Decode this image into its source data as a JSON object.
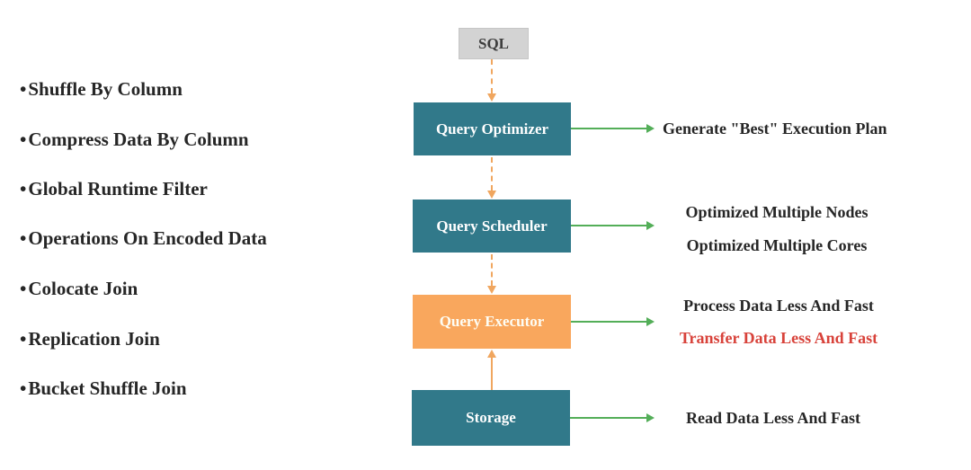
{
  "features": {
    "bullet": "•",
    "items": [
      "Shuffle By Column",
      "Compress Data By Column",
      "Global Runtime Filter",
      "Operations On Encoded Data",
      "Colocate Join",
      "Replication Join",
      "Bucket Shuffle Join"
    ]
  },
  "flow": {
    "sql_label": "SQL",
    "nodes": [
      {
        "label": "Query Optimizer"
      },
      {
        "label": "Query Scheduler"
      },
      {
        "label": "Query Executor"
      },
      {
        "label": "Storage"
      }
    ]
  },
  "annotations": {
    "optimizer": "Generate \"Best\" Execution Plan",
    "scheduler_line1": "Optimized Multiple Nodes",
    "scheduler_line2": "Optimized Multiple Cores",
    "executor_line1": "Process Data Less And Fast",
    "executor_line2": "Transfer Data Less And Fast",
    "storage": "Read Data Less And Fast"
  },
  "colors": {
    "teal": "#31798a",
    "orange_box": "#f9a75d",
    "arrow_orange": "#f0a65f",
    "green": "#53ae58",
    "red": "#d8423a",
    "gray": "#d3d3d3",
    "text_dark": "#262626"
  }
}
